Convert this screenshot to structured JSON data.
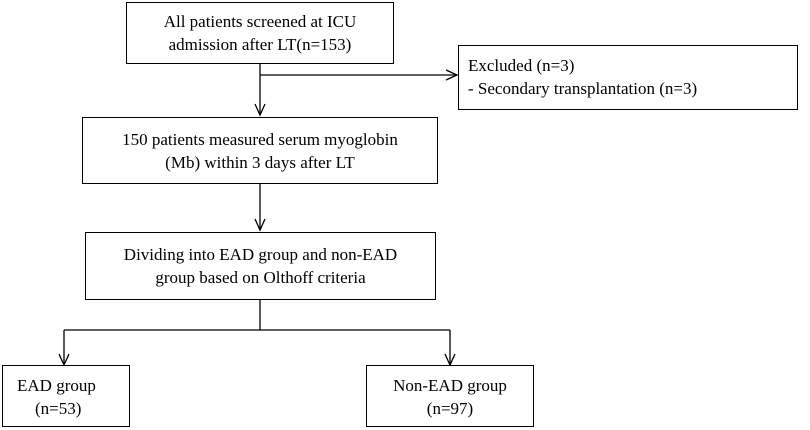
{
  "flowchart": {
    "screened": {
      "line1": "All patients screened at ICU",
      "line2": "admission after LT(n=153)"
    },
    "excluded": {
      "line1": "Excluded (n=3)",
      "line2": "- Secondary transplantation (n=3)"
    },
    "measured": {
      "line1": "150 patients measured serum myoglobin",
      "line2": "(Mb) within 3 days after LT"
    },
    "dividing": {
      "line1": "Dividing into EAD group and non-EAD",
      "line2": "group based on Olthoff criteria"
    },
    "ead": {
      "line1": "EAD group",
      "line2": "(n=53)"
    },
    "non_ead": {
      "line1": "Non-EAD group",
      "line2": "(n=97)"
    }
  }
}
